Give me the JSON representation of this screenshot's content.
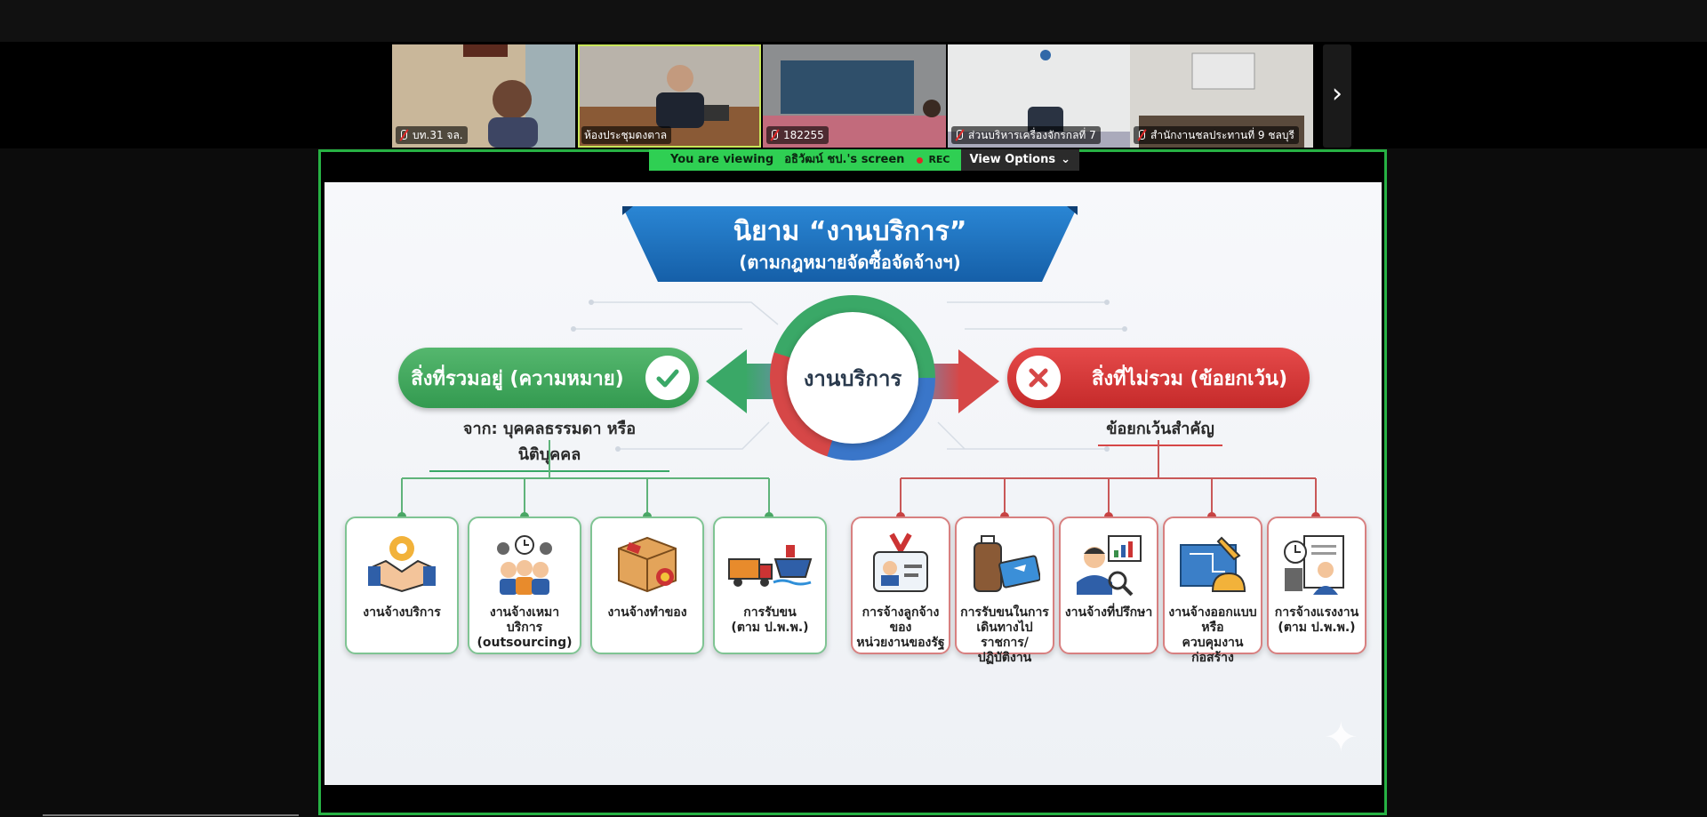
{
  "participants": [
    {
      "name": "บท.31 จล.",
      "active": false
    },
    {
      "name": "ห้องประชุมดงตาล",
      "active": true
    },
    {
      "name": "182255",
      "active": false
    },
    {
      "name": "ส่วนบริหารเครื่องจักรกลที่ 7",
      "active": false
    },
    {
      "name": "สำนักงานชลประทานที่ 9 ชลบุรี",
      "active": false
    }
  ],
  "share_bar": {
    "viewing_prefix": "You are viewing",
    "presenter": "อธิวัฒน์ ชป.'s screen",
    "rec_label": "REC",
    "view_options": "View Options"
  },
  "slide": {
    "title_pre": "นิยาม ",
    "title_quote": "“งานบริการ”",
    "subtitle": "(ตามกฎหมายจัดซื้อจัดจ้างฯ)",
    "center": "งานบริการ",
    "included": {
      "label": "สิ่งที่รวมอยู่ (ความหมาย)",
      "sublabel": "จาก: บุคคลธรรมดา หรือ นิติบุคคล",
      "items": [
        {
          "lines": [
            "งานจ้างบริการ"
          ],
          "icon": "handshake-gear-icon"
        },
        {
          "lines": [
            "งานจ้างเหมาบริการ",
            "(outsourcing)"
          ],
          "icon": "workers-tools-icon"
        },
        {
          "lines": [
            "งานจ้างทำของ"
          ],
          "icon": "box-award-icon"
        },
        {
          "lines": [
            "การรับขน",
            "(ตาม ป.พ.พ.)"
          ],
          "icon": "truck-ship-icon"
        }
      ]
    },
    "excluded": {
      "label": "สิ่งที่ไม่รวม (ข้อยกเว้น)",
      "sublabel": "ข้อยกเว้นสำคัญ",
      "items": [
        {
          "lines": [
            "การจ้างลูกจ้างของ",
            "หน่วยงานของรัฐ"
          ],
          "icon": "id-badge-icon"
        },
        {
          "lines": [
            "การรับขนในการ",
            "เดินทางไปราชการ/",
            "ปฏิบัติงาน"
          ],
          "icon": "luggage-ticket-icon"
        },
        {
          "lines": [
            "งานจ้างที่ปรึกษา"
          ],
          "icon": "consultant-icon"
        },
        {
          "lines": [
            "งานจ้างออกแบบหรือ",
            "ควบคุมงานก่อสร้าง"
          ],
          "icon": "blueprint-helmet-icon"
        },
        {
          "lines": [
            "การจ้างแรงงาน",
            "(ตาม ป.พ.พ.)"
          ],
          "icon": "labor-document-icon"
        }
      ]
    }
  },
  "colors": {
    "green": "#3aa867",
    "red": "#d64747",
    "blue": "#1e6fbf",
    "share_border": "#27b244"
  }
}
